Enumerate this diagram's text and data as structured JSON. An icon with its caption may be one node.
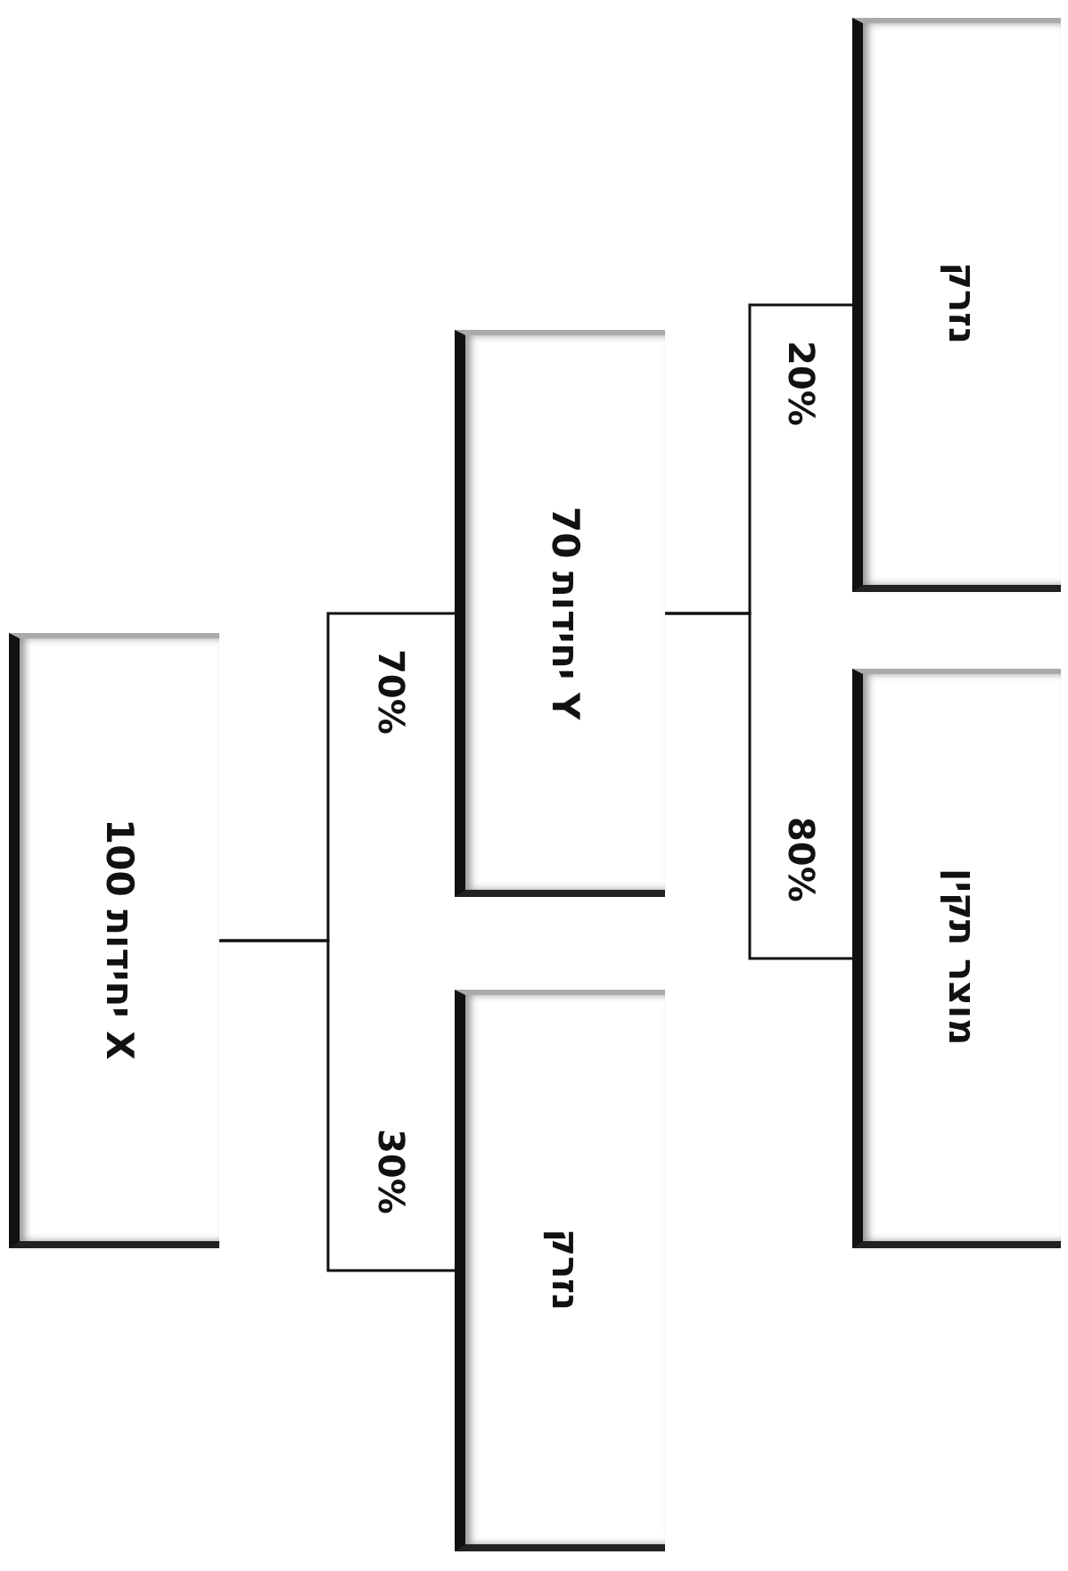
{
  "diagram": {
    "nodes": [
      {
        "text": [
          "100 יחידות X"
        ]
      },
      {
        "text": [
          "70 יחידות Y"
        ]
      },
      {
        "text": [
          "נזרק"
        ]
      },
      {
        "text": [
          "נזרק"
        ]
      },
      {
        "text": [
          "מוצר תקין"
        ]
      }
    ],
    "edges": [
      {
        "from": 0,
        "to": 1,
        "arrow": "none",
        "label": "70%"
      },
      {
        "from": 0,
        "to": 2,
        "arrow": "none",
        "label": "30%"
      },
      {
        "from": 1,
        "to": 3,
        "arrow": "none",
        "label": "20%"
      },
      {
        "from": 1,
        "to": 4,
        "arrow": "none",
        "label": "80%"
      }
    ]
  }
}
